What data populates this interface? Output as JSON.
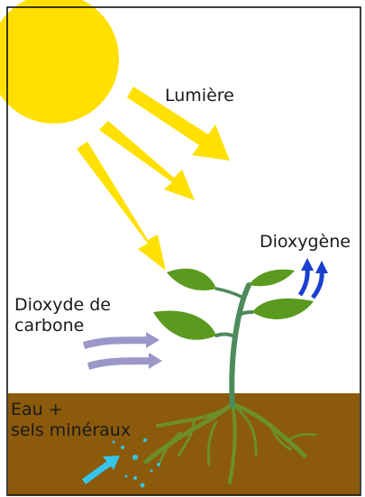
{
  "labels": {
    "light": "Lumière",
    "oxygen": "Dioxygène",
    "co2_line1": "Dioxyde de",
    "co2_line2": "carbone",
    "water_line1": "Eau +",
    "water_line2": "sels minéraux"
  },
  "colors": {
    "frame": "#000000",
    "sky": "#ffffff",
    "sun": "#ffe000",
    "light_arrows": "#ffe000",
    "soil": "#8b5a0b",
    "stem": "#4e8b5c",
    "leaves": "#5a9a1e",
    "roots": "#6d8f2a",
    "oxygen_arrows": "#1a3fd0",
    "co2_arrows": "#9b97c9",
    "water": "#35c5ea"
  },
  "icons": [
    "sun-icon",
    "light-ray-arrow",
    "plant-icon",
    "oxygen-arrow",
    "co2-arrow",
    "water-arrow",
    "water-droplet"
  ]
}
